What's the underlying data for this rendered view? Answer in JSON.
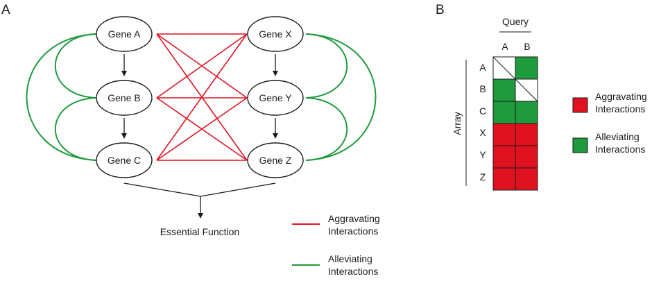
{
  "panel_a": {
    "label": "A",
    "genes_left": [
      "Gene A",
      "Gene B",
      "Gene C"
    ],
    "genes_right": [
      "Gene X",
      "Gene Y",
      "Gene Z"
    ],
    "essential_function": "Essential Function",
    "legend": [
      {
        "line1": "Aggravating",
        "line2": "Interactions",
        "color": "#e0121f"
      },
      {
        "line1": "Alleviating",
        "line2": "Interactions",
        "color": "#1f9a3c"
      }
    ]
  },
  "panel_b": {
    "label": "B",
    "query_title": "Query",
    "query_cols": [
      "A",
      "B"
    ],
    "array_title": "Array",
    "array_rows": [
      "A",
      "B",
      "C",
      "X",
      "Y",
      "Z"
    ],
    "matrix": [
      [
        "diag",
        "alleviating"
      ],
      [
        "alleviating",
        "diag"
      ],
      [
        "alleviating",
        "alleviating"
      ],
      [
        "aggravating",
        "aggravating"
      ],
      [
        "aggravating",
        "aggravating"
      ],
      [
        "aggravating",
        "aggravating"
      ]
    ],
    "legend": [
      {
        "line1": "Aggravating",
        "line2": "Interactions",
        "color": "#e0121f"
      },
      {
        "line1": "Alleviating",
        "line2": "Interactions",
        "color": "#1f9a3c"
      }
    ]
  },
  "colors": {
    "aggravating": "#e0121f",
    "alleviating": "#1f9a3c",
    "ink": "#1a1a1a"
  }
}
